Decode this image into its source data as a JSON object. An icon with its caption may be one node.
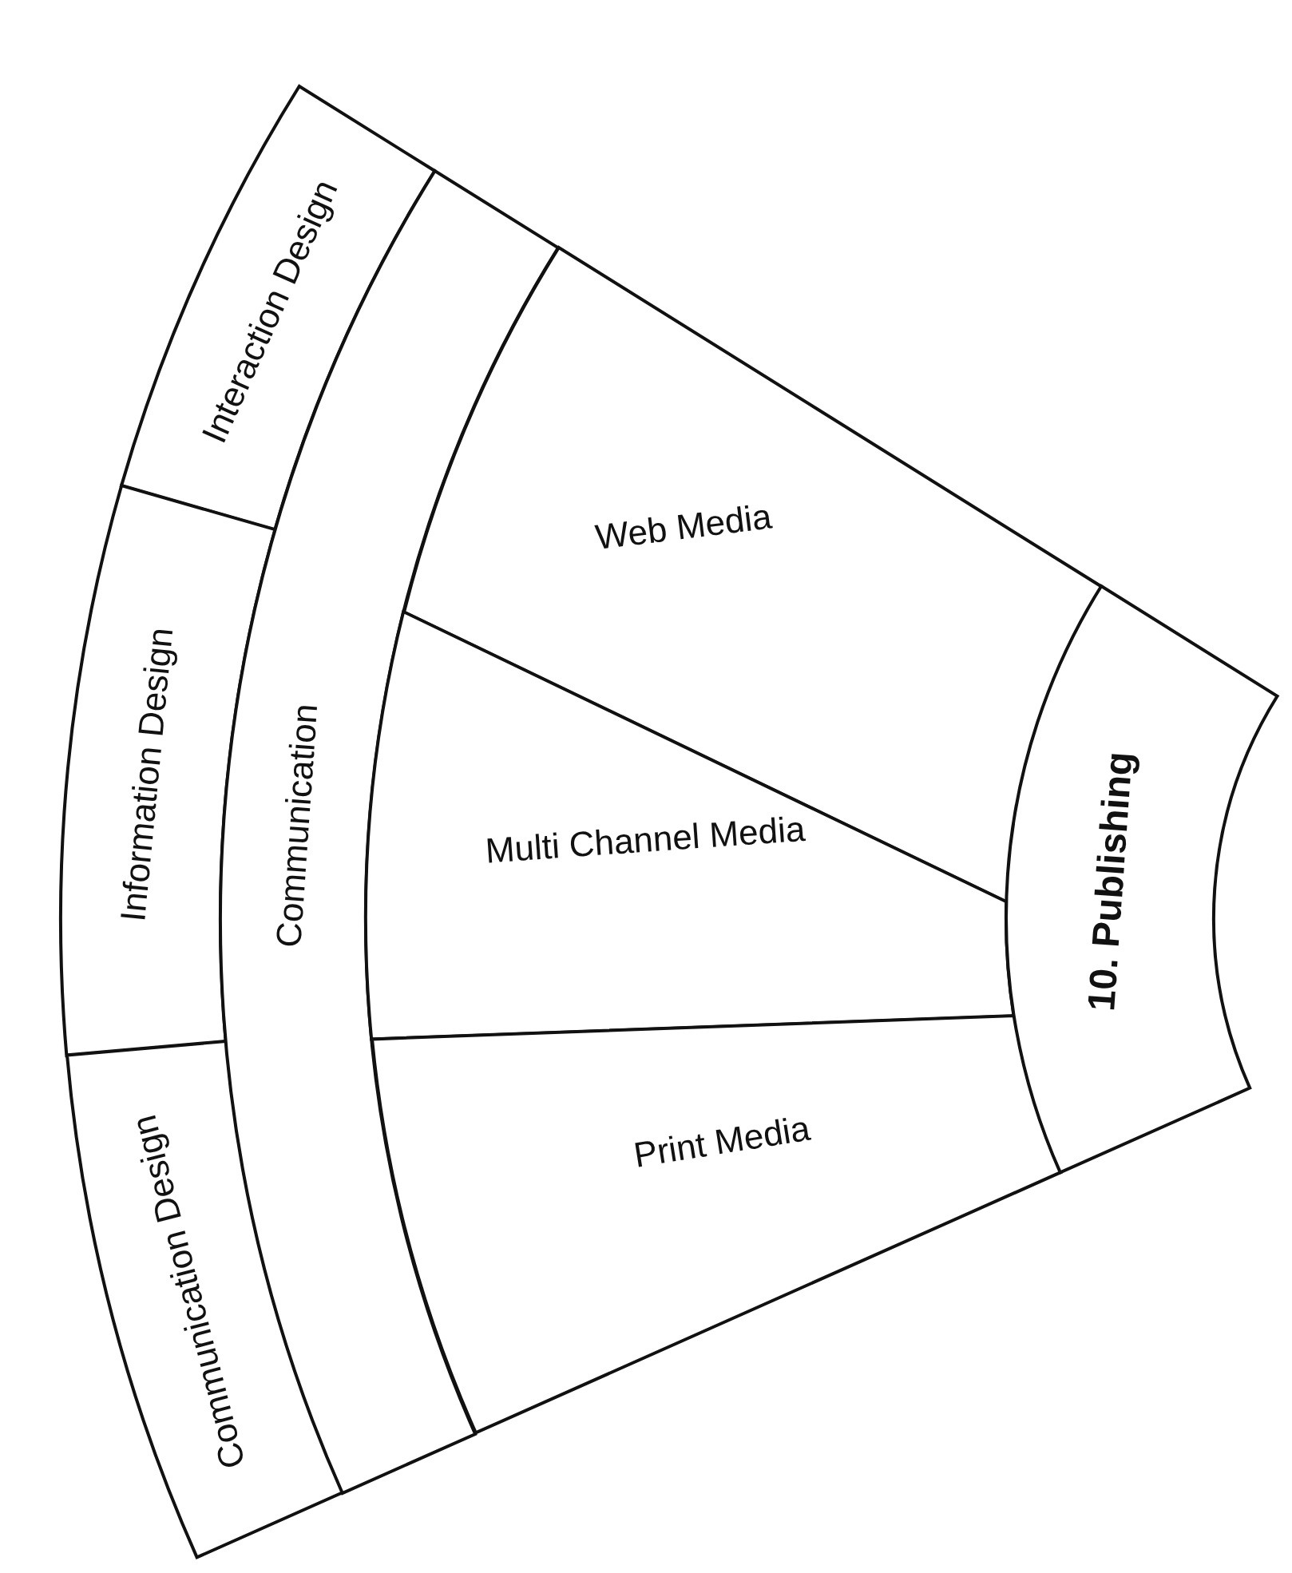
{
  "diagram": {
    "nodes": [
      {
        "text": [
          "Interaction Design"
        ]
      },
      {
        "text": [
          "Information Design"
        ]
      },
      {
        "text": [
          "Communication Design"
        ]
      },
      {
        "text": [
          "Communication"
        ]
      },
      {
        "text": [
          "Web Media"
        ]
      },
      {
        "text": [
          "Multi Channel Media"
        ]
      },
      {
        "text": [
          "Print Media"
        ]
      },
      {
        "text": [
          "10. Publishing"
        ]
      }
    ]
  }
}
